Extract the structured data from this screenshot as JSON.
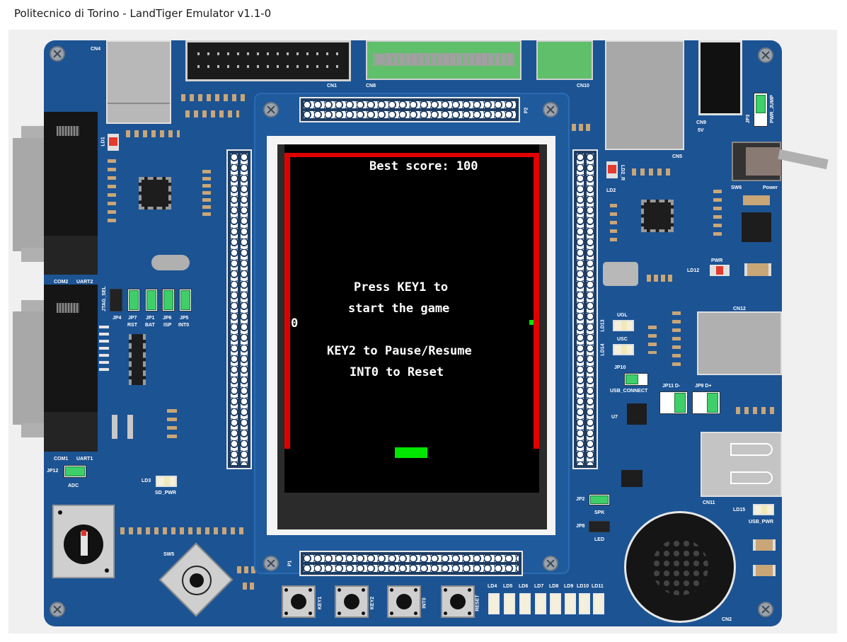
{
  "window": {
    "title": "Politecnico di Torino - LandTiger Emulator v1.1-0"
  },
  "game": {
    "best_score_text": "Best score: 100",
    "score": "0",
    "line1": "Press KEY1 to",
    "line2": "start the game",
    "line3": "KEY2 to Pause/Resume",
    "line4": "INT0 to Reset"
  },
  "colors": {
    "board": "#1c5393",
    "wall": "#e00000",
    "paddle": "#00e600",
    "screen": "#000000"
  },
  "buttons": {
    "key1": "KEY1",
    "key2": "KEY2",
    "int0": "INT0",
    "reset": "RESET",
    "sw5": "SW5",
    "sw6": "SW6",
    "power": "Power"
  },
  "board_labels": {
    "cn4": "CN4",
    "cn1": "CN1",
    "cn8": "CN8",
    "cn10": "CN10",
    "cn9": "CN9",
    "five_v": "5V",
    "cn5": "CN5",
    "jp3": "JP3",
    "pwr_jump": "PWR_JUMP",
    "ld1": "LD1",
    "ld2": "LD2",
    "ld2_sub": "LD2_R",
    "com2": "COM2",
    "uart2": "UART2",
    "com1": "COM1",
    "uart1": "UART1",
    "jtag_sel": "JTAG_SEL",
    "jp4": "JP4",
    "jp7": "JP7",
    "rst": "RST",
    "jp1": "JP1",
    "bat": "BAT",
    "jp6": "JP6",
    "isp": "ISP",
    "jp5": "JP5",
    "int0": "INT0",
    "jp12": "JP12",
    "adc": "ADC",
    "ld3": "LD3",
    "sd_pwr": "SD_PWR",
    "p2": "P2",
    "p1": "P1",
    "pwr": "PWR",
    "ld12": "LD12",
    "cn12": "CN12",
    "ugl": "UGL",
    "usc": "USC",
    "ld13": "LD13",
    "ld14": "LD14",
    "jp10": "JP10",
    "usb_connect": "USB_CONNECT",
    "jp11": "JP11 D-",
    "jp9": "JP9 D+",
    "u7": "U7",
    "cn11": "CN11",
    "ld15": "LD15",
    "usb_pwr": "USB_PWR",
    "jp2": "JP2",
    "spk": "SPK",
    "jp8": "JP8",
    "led": "LED",
    "cn2": "CN2",
    "ld4": "LD4",
    "ld5": "LD5",
    "ld6": "LD6",
    "ld7": "LD7",
    "ld8": "LD8",
    "ld9": "LD9",
    "ld10": "LD10",
    "ld11": "LD11"
  }
}
